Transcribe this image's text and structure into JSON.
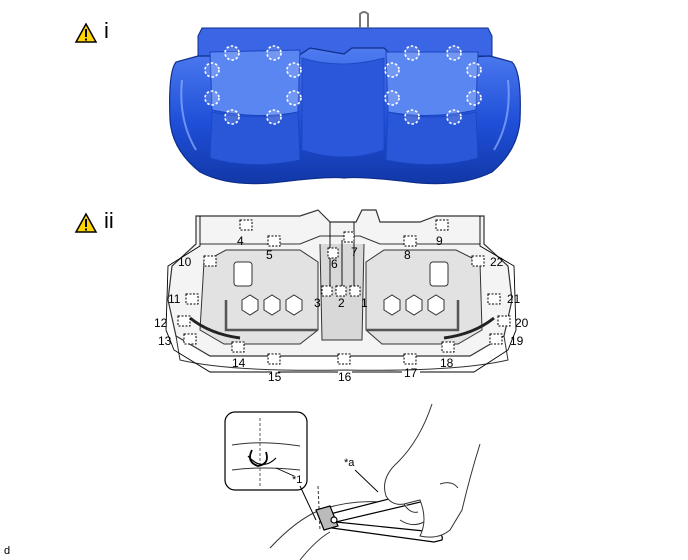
{
  "steps": [
    {
      "marker": "i",
      "icon": "warning-triangle-icon"
    },
    {
      "marker": "ii",
      "icon": "warning-triangle-icon"
    }
  ],
  "seat_pad": {
    "color": "#1f4fd8",
    "clip_marker_count_left": 8,
    "clip_marker_count_right": 8
  },
  "clip_numbers": [
    "1",
    "2",
    "3",
    "4",
    "5",
    "6",
    "7",
    "8",
    "9",
    "10",
    "11",
    "12",
    "13",
    "14",
    "15",
    "16",
    "17",
    "18",
    "19",
    "20",
    "21",
    "22"
  ],
  "callouts": {
    "detail": "*1",
    "tool": "*a"
  },
  "footer_code": "d"
}
